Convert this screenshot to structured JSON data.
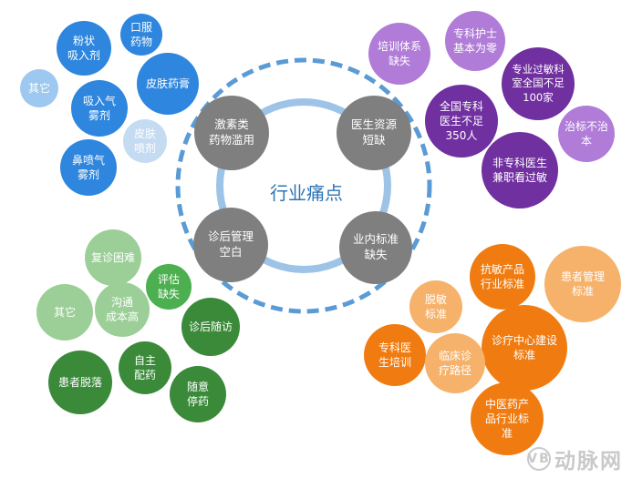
{
  "center": {
    "title": "行业痛点",
    "pillars": [
      "激素类\n药物滥用",
      "医生资源\n短缺",
      "诊后管理\n空白",
      "业内标准\n缺失"
    ]
  },
  "clusters": {
    "blue": [
      "口服\n药物",
      "粉状\n吸入剂",
      "皮肤药膏",
      "其它",
      "吸入气\n雾剂",
      "皮肤\n喷剂",
      "鼻喷气\n雾剂"
    ],
    "purple": [
      "专科护士\n基本为零",
      "培训体系\n缺失",
      "专业过敏科\n室全国不足\n100家",
      "全国专科\n医生不足\n350人",
      "治标不治\n本",
      "非专科医生\n兼职看过敏"
    ],
    "green": [
      "复诊困难",
      "评估\n缺失",
      "其它",
      "沟通\n成本高",
      "诊后随访",
      "自主\n配药",
      "患者脱落",
      "随意\n停药"
    ],
    "orange": [
      "抗敏产品\n行业标准",
      "患者管理\n标准",
      "脱敏\n标准",
      "专科医\n生培训",
      "诊疗中心建设\n标准",
      "临床诊\n疗路径",
      "中医药产\n品行业标\n准"
    ]
  },
  "watermark": {
    "logo": "VB",
    "text": "动脉网"
  },
  "colors": {
    "grey": "#7f7f7f",
    "ring": "#9dc3e6",
    "ring_dashed": "#5b9bd5",
    "title": "#2e74b5",
    "blue_dark": "#2e86de",
    "blue_light": "#9dc8ef",
    "purple_dark": "#7030a0",
    "purple_light": "#b07cd8",
    "green_dark": "#3a8a3a",
    "green_mid": "#4caf50",
    "green_light": "#9ccf98",
    "orange_dark": "#f07c11",
    "orange_light": "#f6b26b"
  }
}
